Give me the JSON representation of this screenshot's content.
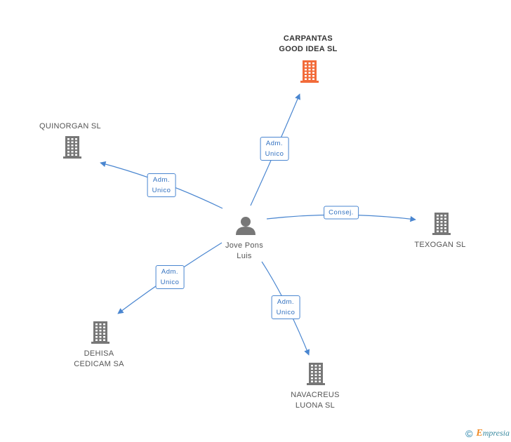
{
  "center": {
    "name": "Jove Pons\nLuis",
    "icon": "person-icon"
  },
  "companies": [
    {
      "id": "carpantas",
      "name": "CARPANTAS\nGOOD IDEA SL",
      "highlight": true,
      "color": "#f26b3a",
      "icon": "building-icon"
    },
    {
      "id": "quinorgan",
      "name": "QUINORGAN SL",
      "highlight": false,
      "color": "#777777",
      "icon": "building-icon"
    },
    {
      "id": "texogan",
      "name": "TEXOGAN SL",
      "highlight": false,
      "color": "#777777",
      "icon": "building-icon"
    },
    {
      "id": "dehisa",
      "name": "DEHISA\nCEDICAM SA",
      "highlight": false,
      "color": "#777777",
      "icon": "building-icon"
    },
    {
      "id": "navacreus",
      "name": "NAVACREUS\nLUONA SL",
      "highlight": false,
      "color": "#777777",
      "icon": "building-icon"
    }
  ],
  "relations": [
    {
      "to": "carpantas",
      "label": "Adm.\nUnico"
    },
    {
      "to": "quinorgan",
      "label": "Adm.\nUnico"
    },
    {
      "to": "texogan",
      "label": "Consej."
    },
    {
      "to": "dehisa",
      "label": "Adm.\nUnico"
    },
    {
      "to": "navacreus",
      "label": "Adm.\nUnico"
    }
  ],
  "colors": {
    "edge": "#4a86d0",
    "person": "#777777"
  },
  "footer": {
    "copyright": "©",
    "brand_initial": "E",
    "brand_rest": "mpresia"
  }
}
